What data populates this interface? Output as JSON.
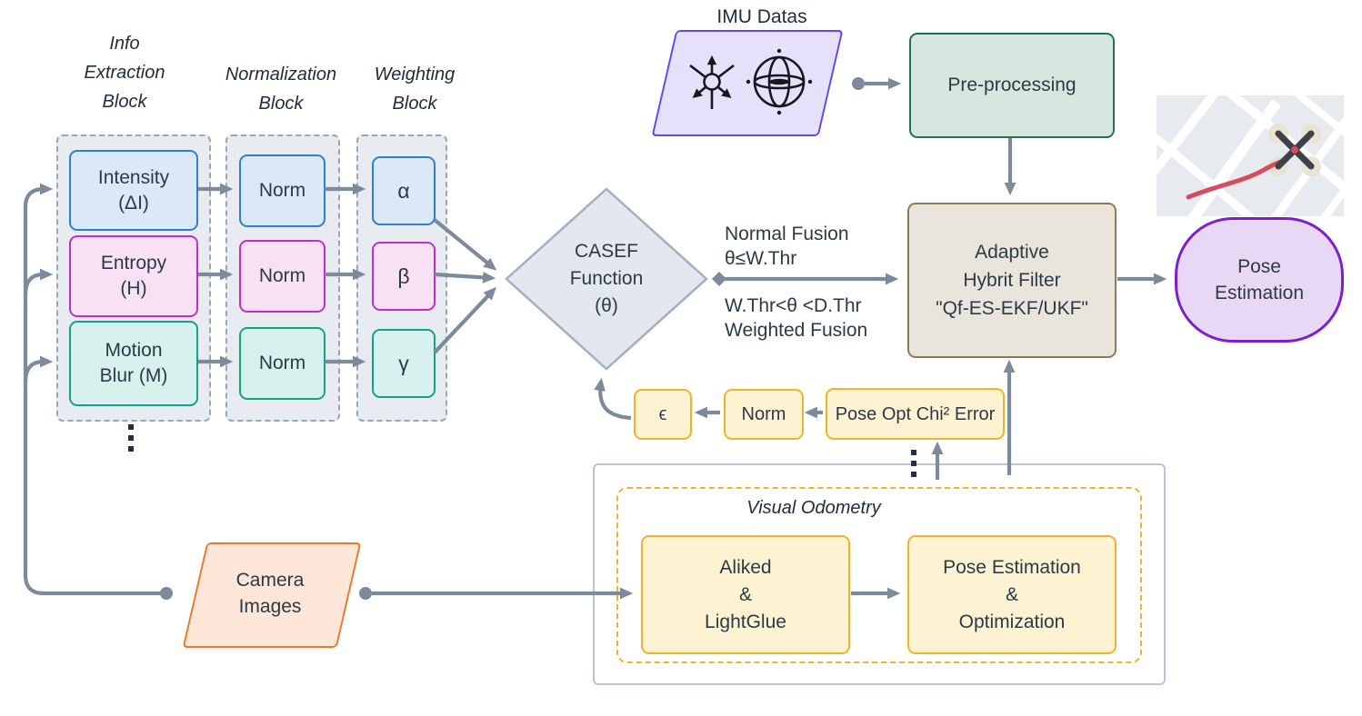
{
  "headers": {
    "info": [
      "Info",
      "Extraction",
      "Block"
    ],
    "normalization": [
      "Normalization",
      "Block"
    ],
    "weighting": [
      "Weighting",
      "Block"
    ]
  },
  "feature_rows": [
    {
      "name": [
        "Intensity",
        "(ΔI)"
      ],
      "norm": "Norm",
      "weight": "α",
      "color": "#2e7fd1"
    },
    {
      "name": [
        "Entropy",
        "(H)"
      ],
      "norm": "Norm",
      "weight": "β",
      "color": "#c02fca"
    },
    {
      "name": [
        "Motion",
        "Blur (M)"
      ],
      "norm": "Norm",
      "weight": "γ",
      "color": "#11a28b"
    }
  ],
  "casef": [
    "CASEF",
    "Function",
    "(θ)"
  ],
  "imu": {
    "title": "IMU Datas"
  },
  "preprocessing": {
    "label": "Pre-processing"
  },
  "fusion": {
    "above": [
      "Normal Fusion",
      "θ≤W.Thr"
    ],
    "below": [
      "W.Thr<θ <D.Thr",
      "Weighted Fusion"
    ]
  },
  "filter": [
    "Adaptive",
    "Hybrit Filter",
    "\"Qf-ES-EKF/UKF\""
  ],
  "pose_output": [
    "Pose",
    "Estimation"
  ],
  "feedback": {
    "epsilon": "ϵ",
    "norm": "Norm",
    "chi_error": "Pose Opt Chi² Error"
  },
  "visual_odometry": {
    "title": "Visual Odometry",
    "feature_box": [
      "Aliked",
      "&",
      "LightGlue"
    ],
    "pose_box": [
      "Pose Estimation",
      "&",
      "Optimization"
    ]
  },
  "camera": [
    "Camera",
    "Images"
  ],
  "icons": {
    "imu_axis": "accelerometer-axes-icon",
    "imu_gyro": "gyroscope-icon",
    "map": "map-with-drone-trajectory-icon"
  },
  "palette": {
    "arrow": "#7c8b9b",
    "text": "#2c3947",
    "blue_fill": "#dae8f7",
    "blue_border": "#2e7fd1",
    "pink_fill": "#f8e1f5",
    "pink_border": "#c02fca",
    "teal_fill": "#d7f2ec",
    "teal_border": "#11a28b",
    "yellow_fill": "#fdf3d3",
    "yellow_border": "#f3b229",
    "purple_fill": "#e5e1fb",
    "purple_border": "#6348ec",
    "green_fill": "#d8e6e0",
    "green_border": "#1e7258",
    "tan_fill": "#eae5dc",
    "tan_border": "#8c7c54",
    "violet_fill": "#e8d8f6",
    "violet_border": "#7b1fd1",
    "orange_fill": "#fbe6d7",
    "orange_border": "#e87a2b",
    "container_fill": "#e8ebef",
    "container_border": "#9aa6b3",
    "diamond_fill": "#e4e8ee",
    "diamond_border": "#9fb0bf",
    "vo_border": "#b9c5d2",
    "map_bg": "#e7ebf0",
    "map_path": "#d84a5f",
    "drone": "#3c4247"
  }
}
